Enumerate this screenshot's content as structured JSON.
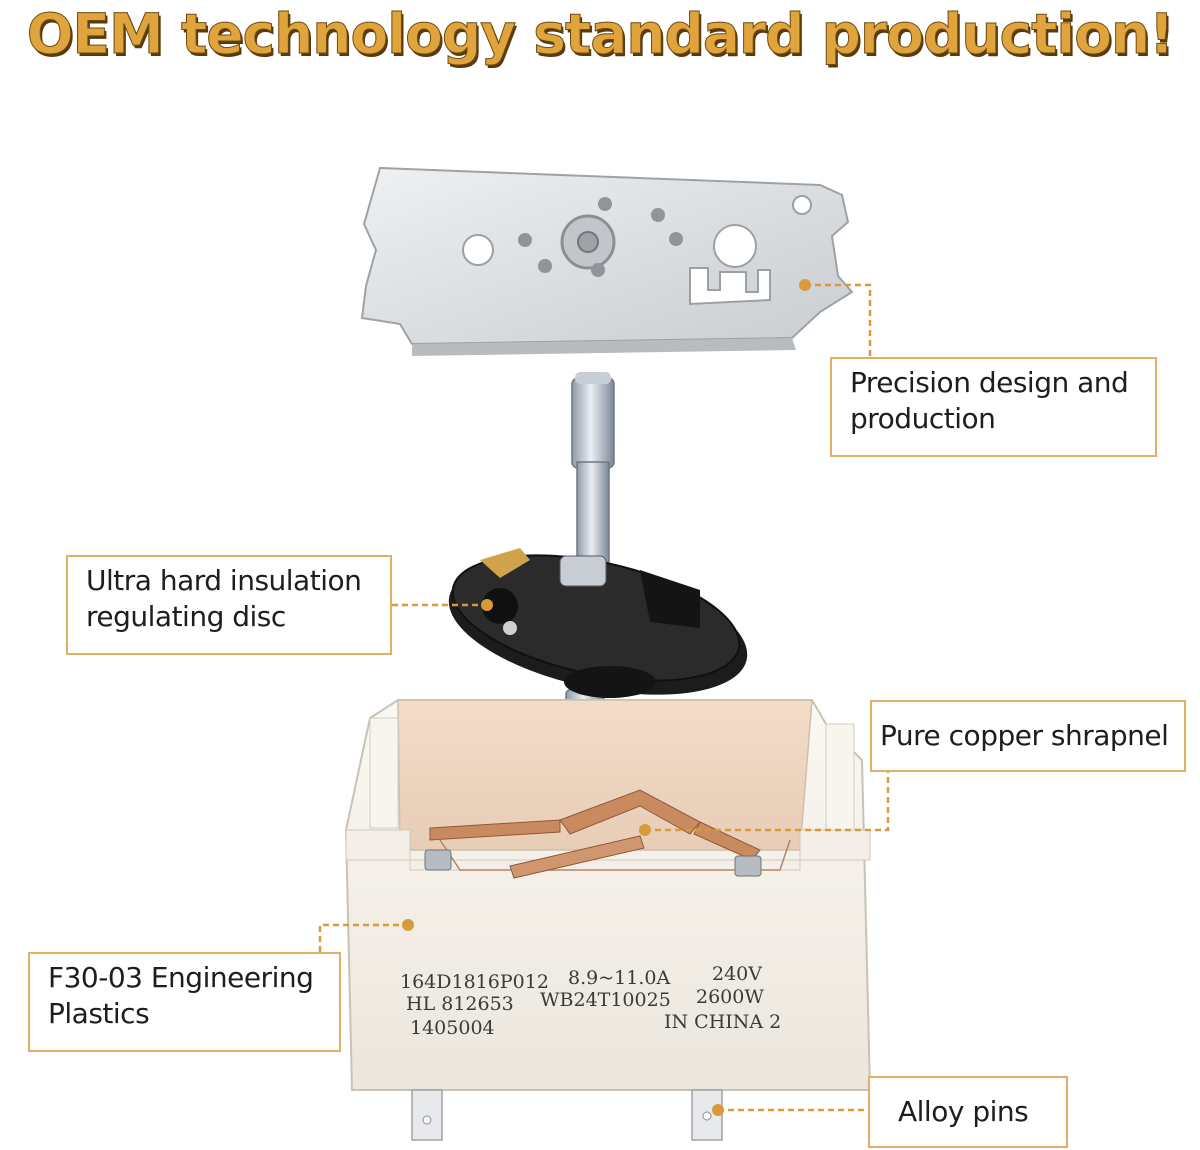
{
  "headline": {
    "text": "OEM technology standard production!",
    "color": "#e0a43c"
  },
  "callouts": {
    "precision": {
      "lines": [
        "Precision design and",
        "production"
      ]
    },
    "disc": {
      "lines": [
        "Ultra hard insulation",
        "regulating disc"
      ]
    },
    "shrapnel": {
      "lines": [
        "Pure copper shrapnel"
      ]
    },
    "plastics": {
      "lines": [
        "F30-03 Engineering",
        "Plastics"
      ]
    },
    "pins": {
      "lines": [
        "Alloy pins"
      ]
    }
  },
  "product_label": {
    "row1": [
      "164D1816P012",
      "8.9~11.0A",
      "240V"
    ],
    "row2": [
      "HL 812653",
      "WB24T10025",
      "2600W"
    ],
    "row3": [
      "1405004",
      "IN CHINA 2"
    ]
  },
  "colors": {
    "accent": "#e0a43c",
    "callout_border": "#e0b066",
    "leader_line": "#d99a3a",
    "housing": "#f4f0e8",
    "disc": "#1b1b1b",
    "metal": "#d9dcdf",
    "copper": "#c98a60"
  },
  "icons": [
    "marker-dot-icon"
  ]
}
